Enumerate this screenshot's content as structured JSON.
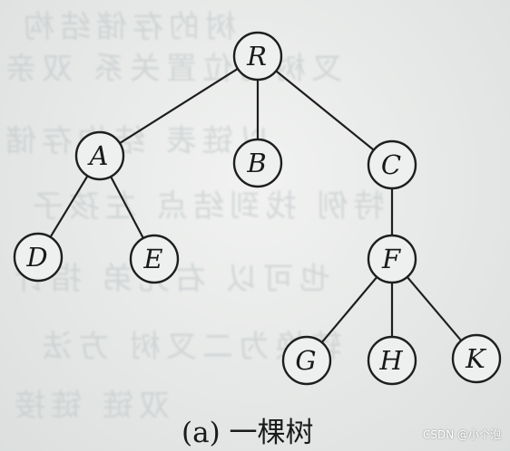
{
  "diagram": {
    "nodes": [
      {
        "id": "R",
        "label": "R"
      },
      {
        "id": "A",
        "label": "A"
      },
      {
        "id": "B",
        "label": "B"
      },
      {
        "id": "C",
        "label": "C"
      },
      {
        "id": "D",
        "label": "D"
      },
      {
        "id": "E",
        "label": "E"
      },
      {
        "id": "F",
        "label": "F"
      },
      {
        "id": "G",
        "label": "G"
      },
      {
        "id": "H",
        "label": "H"
      },
      {
        "id": "K",
        "label": "K"
      }
    ],
    "edges": [
      {
        "from": "R",
        "to": "A"
      },
      {
        "from": "R",
        "to": "B"
      },
      {
        "from": "R",
        "to": "C"
      },
      {
        "from": "A",
        "to": "D"
      },
      {
        "from": "A",
        "to": "E"
      },
      {
        "from": "C",
        "to": "F"
      },
      {
        "from": "F",
        "to": "G"
      },
      {
        "from": "F",
        "to": "H"
      },
      {
        "from": "F",
        "to": "K"
      }
    ],
    "caption": "(a) 一棵树"
  },
  "watermark": "CSDN @小个泡",
  "colors": {
    "ink": "#1e1e1e",
    "paper": "#e8eaea"
  }
}
